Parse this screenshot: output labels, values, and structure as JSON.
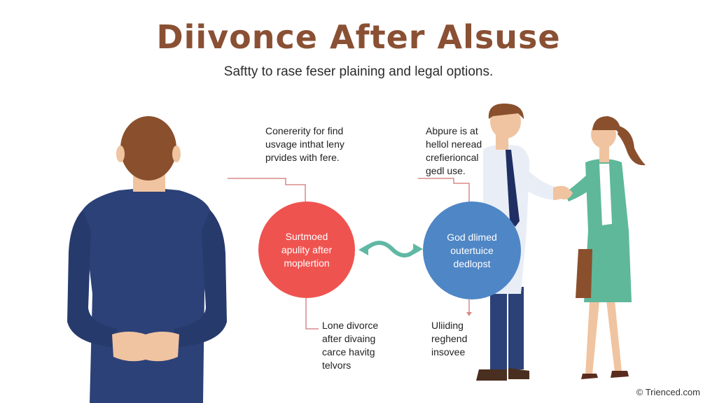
{
  "title": "Diivonce After Alsuse",
  "subtitle": "Saftty to rase feser plaining and legal options.",
  "notes": {
    "top_left": "Conererity for find\nusvage inthat leny\nprvides with fere.",
    "top_right": "Abpure is at\nhellol neread\ncrefierioncal\ngedl use.",
    "bottom_left": "Lone divorce\nafter divaing\ncarce havitg\ntelvors",
    "bottom_right": "Uliiding\nreghend\ninsovee"
  },
  "circles": {
    "red": {
      "text": "Surtmoed\napulity after\nmoplertion",
      "color": "#ef5350"
    },
    "blue": {
      "text": "God dlimed\noutertuice\ndedlopst",
      "color": "#4f86c6"
    }
  },
  "footer": "© Trienced.com",
  "colors": {
    "title": "#8a5034",
    "connector": "#d98a8a",
    "arrow": "#5fb8a4",
    "suit_navy": "#2c4177"
  }
}
